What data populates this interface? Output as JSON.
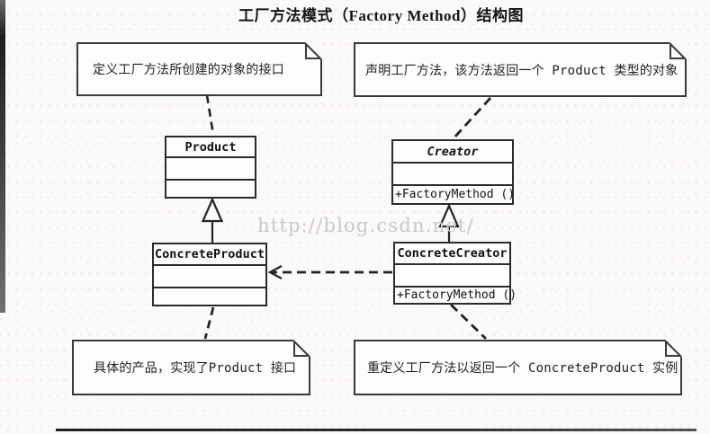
{
  "title": "工厂方法模式（Factory Method）结构图",
  "watermark": "http://blog.csdn.net/",
  "notes": {
    "top_left": {
      "text": "定义工厂方法所创建的对象的接口"
    },
    "top_right": {
      "text": "声明工厂方法，该方法返回一个 Product 类型的对象"
    },
    "bottom_left": {
      "text": "具体的产品，实现了Product 接口"
    },
    "bottom_right": {
      "text": "重定义工厂方法以返回一个 ConcreteProduct 实例"
    }
  },
  "classes": {
    "product": {
      "name": "Product",
      "attributes": "",
      "methods": ""
    },
    "creator": {
      "name": "Creator",
      "attributes": "",
      "methods": "+FactoryMethod ()"
    },
    "concrete_product": {
      "name": "ConcreteProduct",
      "attributes": "",
      "methods": ""
    },
    "concrete_creator": {
      "name": "ConcreteCreator",
      "attributes": "",
      "methods": "+FactoryMethod ()"
    }
  },
  "relationships": [
    {
      "type": "generalization",
      "from": "ConcreteProduct",
      "to": "Product"
    },
    {
      "type": "generalization",
      "from": "ConcreteCreator",
      "to": "Creator"
    },
    {
      "type": "dependency",
      "from": "ConcreteCreator",
      "to": "ConcreteProduct"
    },
    {
      "type": "note-anchor",
      "from": "note-top-left",
      "to": "Product"
    },
    {
      "type": "note-anchor",
      "from": "note-top-right",
      "to": "Creator"
    },
    {
      "type": "note-anchor",
      "from": "note-bottom-left",
      "to": "ConcreteProduct"
    },
    {
      "type": "note-anchor",
      "from": "note-bottom-right",
      "to": "ConcreteCreator"
    }
  ],
  "colors": {
    "line": "#2a2a2a",
    "background": "#fbfaf8",
    "note_background": "#fdfdfc",
    "watermark": "#cbc8c8"
  }
}
